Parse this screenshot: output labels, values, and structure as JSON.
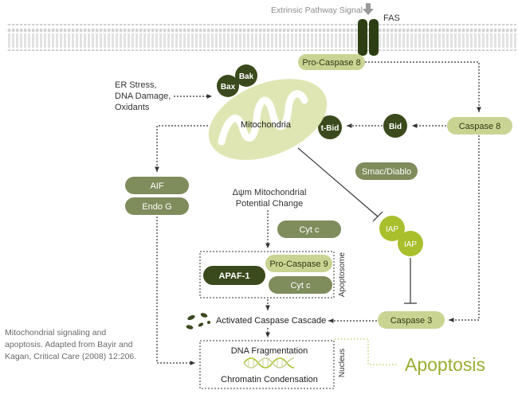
{
  "signal": {
    "label": "Extrinsic Pathway Signal",
    "receptor": "FAS"
  },
  "nodes": {
    "pro_caspase_8": "Pro-Caspase 8",
    "caspase_8": "Caspase 8",
    "bid": "Bid",
    "t_bid": "t-Bid",
    "bax": "Bax",
    "bak": "Bak",
    "mitochondria": "Mitochondria",
    "smac_diablo": "Smac/Diablo",
    "aif": "AIF",
    "endo_g": "Endo G",
    "cyt_c": "Cyt c",
    "iap_1": "IAP",
    "iap_2": "IAP",
    "apaf_1": "APAF-1",
    "pro_caspase_9": "Pro-Caspase 9",
    "cyt_c_apoptosome": "Cyt c",
    "caspase_3": "Caspase 3",
    "activated_caspase_cascade": "Activated Caspase Cascade",
    "dna_fragmentation": "DNA Fragmentation",
    "chromatin_condensation": "Chromatin Condensation"
  },
  "stress_lines": [
    "ER Stress,",
    "DNA Damage,",
    "Oxidants"
  ],
  "potential_lines": [
    "Δψm Mitochondrial",
    "Potential Change"
  ],
  "apoptosome_label": "Apoptosome",
  "nucleus_label": "Nucleus",
  "apoptosis_label": "Apoptosis",
  "caption_lines": [
    "Mitochondrial signaling and",
    "apoptosis. Adapted from Bayir and",
    "Kagan, Critical Care (2008) 12:206."
  ],
  "colors": {
    "dark_green": "#3b4a1c",
    "olive": "#7f8c5c",
    "light_green": "#c9d493",
    "lime": "#a9bf2c",
    "membrane": "#d9d9d9",
    "apoptosis_text": "#9aae2f",
    "mitochondria_fill": "#dfe6b3"
  }
}
